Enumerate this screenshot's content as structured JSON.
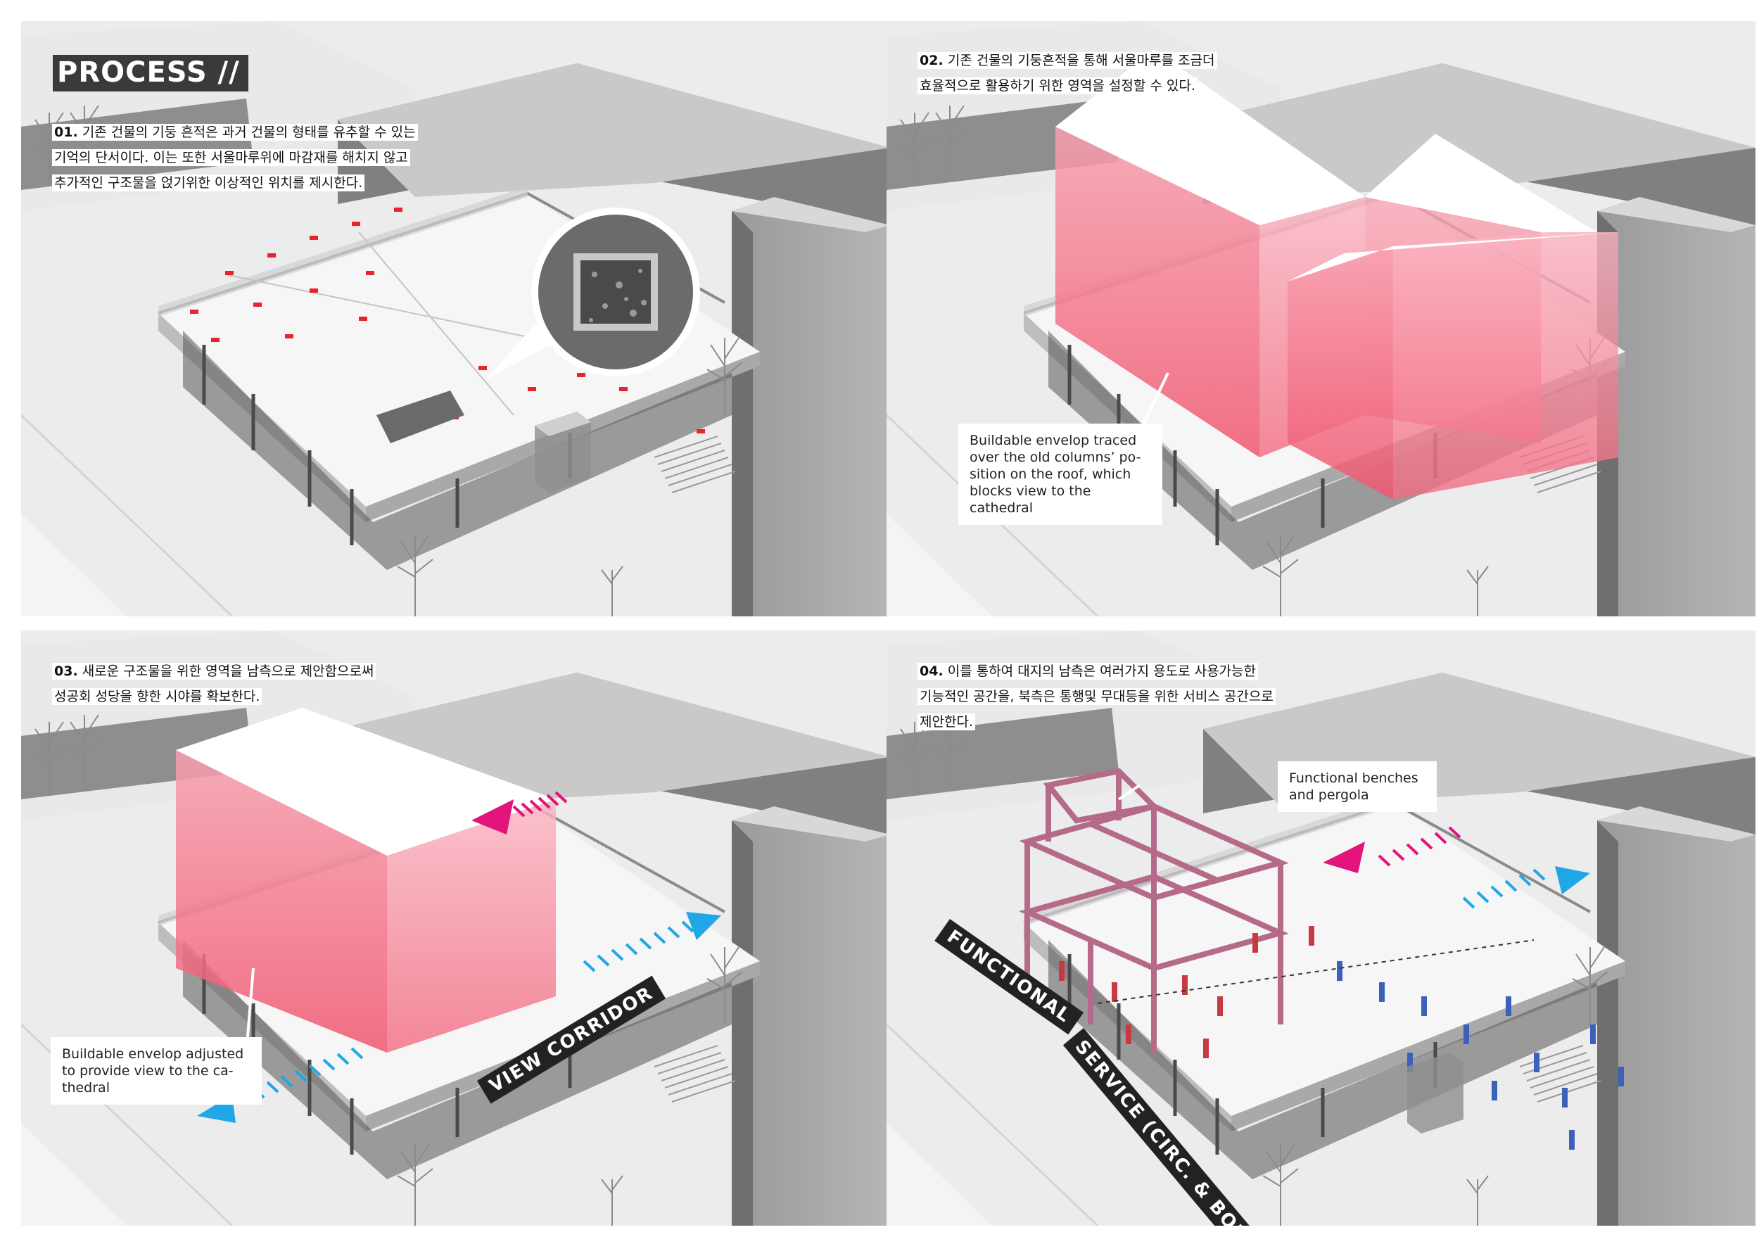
{
  "header": {
    "title": "PROCESS //"
  },
  "panels": [
    {
      "step": "01.",
      "text_lines": [
        "기존 건물의 기둥 흔적은 과거 건물의 형태를 유추할 수 있는",
        "기억의 단서이다. 이는 또한 서울마루위에 마감재를 해치지 않고",
        "추가적인 구조물을 얹기위한 이상적인 위치를 제시한다."
      ]
    },
    {
      "step": "02.",
      "text_lines": [
        "기존 건물의 기둥흔적을 통해 서울마루를 조금더",
        "효율적으로 활용하기 위한 영역을 설정할 수 있다."
      ],
      "callout": "Buildable envelop traced over the old columns’ po-sition on the roof, which blocks view to the cathedral"
    },
    {
      "step": "03.",
      "text_lines": [
        "새로운 구조물을 위한 영역을 남측으로 제안함으로써",
        "성공회 성당을 향한 시야를 확보한다."
      ],
      "callout": "Buildable envelop adjusted to provide view to the ca-thedral",
      "band_label": "VIEW CORRIDOR"
    },
    {
      "step": "04.",
      "text_lines": [
        "이를 통하여 대지의 남측은 여러가지 용도로 사용가능한",
        "기능적인 공간을, 북측은 통행및 무대등을 위한 서비스 공간으로",
        "제안한다."
      ],
      "callout": "Functional benches and pergola",
      "band_functional": "FUNCTIONAL",
      "band_service": "SERVICE (CIRC. & BOH)"
    }
  ],
  "colors": {
    "envelope": "#f47a92",
    "arrow_magenta": "#e2137b",
    "arrow_blue": "#1fa7e8",
    "marker_red": "#e8232e",
    "person_red": "#c63a42",
    "person_blue": "#3b62b8",
    "pergola": "#b56a8a",
    "dark_band": "#222222",
    "ground": "#ececec"
  }
}
